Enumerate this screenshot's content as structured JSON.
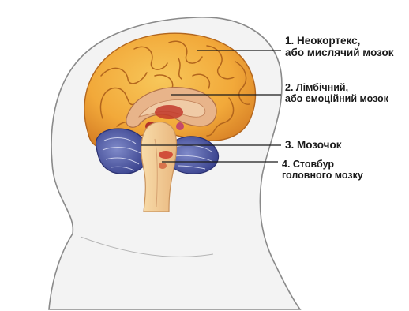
{
  "labels": [
    {
      "line1": "1. Неокортекс,",
      "line2": "або мислячий мозок"
    },
    {
      "line1": "2. Лімбічний,",
      "line2": "або емоційний мозок"
    },
    {
      "line1": "3. Мозочок"
    },
    {
      "line1": "4. Стовбур",
      "line2": "головного мозку"
    }
  ],
  "colors": {
    "background": "#ffffff",
    "head_fill": "#f3f3f3",
    "head_outline": "#8a8a8a",
    "cortex": "#f2a93a",
    "cortex_fold": "#b3661d",
    "limbic": "#e8b48a",
    "limbic_deep": "#c23a2c",
    "cerebellum": "#4f5aa8",
    "brainstem": "#f6cf9a",
    "leader_line": "#1a1a1a",
    "text": "#1a1a1a"
  },
  "icons": [
    "head-silhouette",
    "brain-illustration"
  ]
}
